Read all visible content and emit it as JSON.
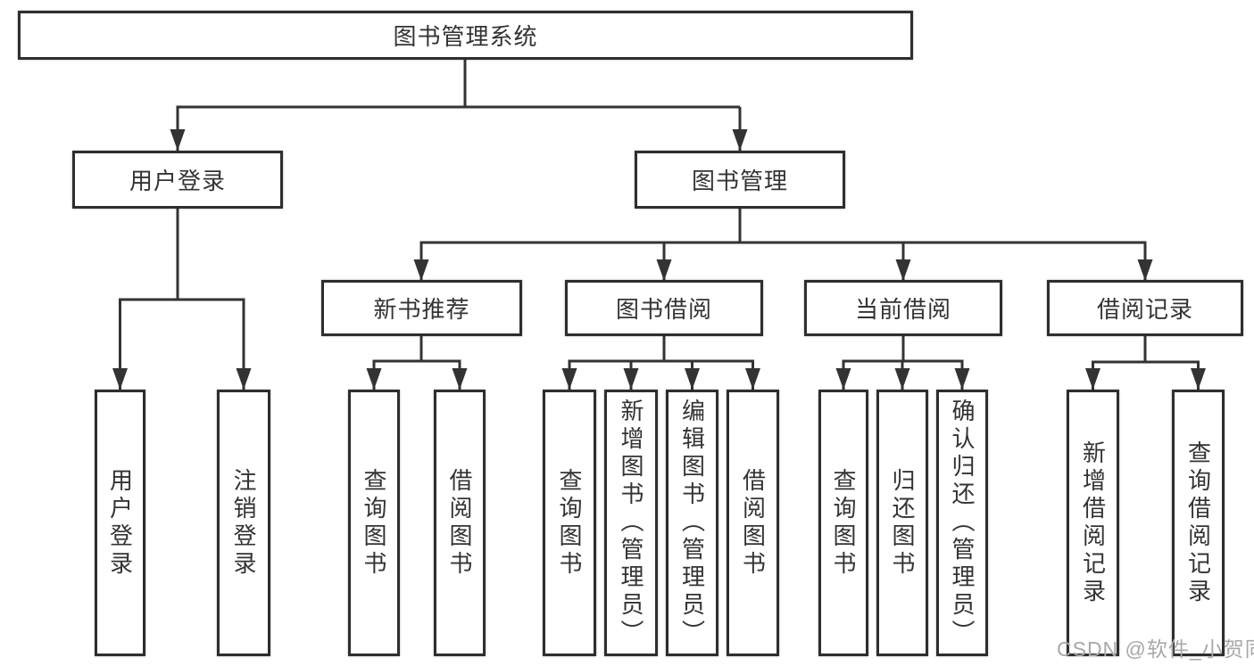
{
  "tree": {
    "label": "图书管理系统",
    "children": [
      {
        "label": "用户登录",
        "children": [
          {
            "label": "用户登录"
          },
          {
            "label": "注销登录"
          }
        ]
      },
      {
        "label": "图书管理",
        "children": [
          {
            "label": "新书推荐",
            "children": [
              {
                "label": "查询图书"
              },
              {
                "label": "借阅图书"
              }
            ]
          },
          {
            "label": "图书借阅",
            "children": [
              {
                "label": "查询图书"
              },
              {
                "label": "新增图书（管理员）"
              },
              {
                "label": "编辑图书（管理员）"
              },
              {
                "label": "借阅图书"
              }
            ]
          },
          {
            "label": "当前借阅",
            "children": [
              {
                "label": "查询图书"
              },
              {
                "label": "归还图书"
              },
              {
                "label": "确认归还（管理员）"
              }
            ]
          },
          {
            "label": "借阅记录",
            "children": [
              {
                "label": "新增借阅记录"
              },
              {
                "label": "查询借阅记录"
              }
            ]
          }
        ]
      }
    ]
  },
  "watermark": {
    "text": "CSDN @软件_小贺同学"
  },
  "colors": {
    "line": "#333333",
    "box_border": "#2e2e2e",
    "text": "#333333",
    "watermark": "#a8a8a8",
    "background": "#ffffff"
  }
}
